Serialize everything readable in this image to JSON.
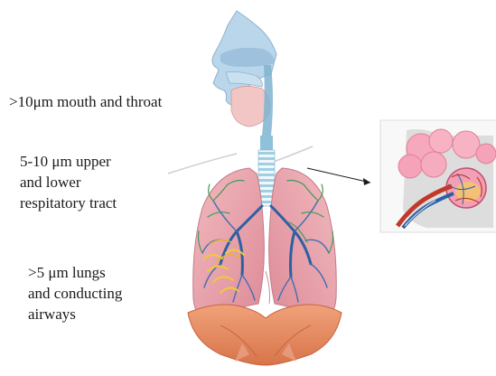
{
  "labels": {
    "mouth_throat": ">10μm mouth and throat",
    "upper_lower": [
      "5-10 μm upper",
      "and lower",
      "respitatory tract"
    ],
    "lungs_airways": [
      ">5 μm lungs",
      "and conducting",
      "airways"
    ]
  },
  "colors": {
    "head": "#a9cbe3",
    "head_outline": "#7fa3bd",
    "throat": "#f3c9c9",
    "trachea": "#86bed6",
    "lung": "#e9a5ad",
    "lung_outline": "#c27a86",
    "bronchi_green": "#3f9a5a",
    "bronchi_blue": "#2c5fa4",
    "bronchi_yellow": "#f0c93a",
    "diaphragm": "#e58a5e",
    "alveoli": "#f4a9bd",
    "callout_arrow": "#1a1a1a"
  },
  "icons": {
    "respiratory_system": "respiratory-system-illustration",
    "alveoli_detail": "alveoli-inset-illustration"
  }
}
